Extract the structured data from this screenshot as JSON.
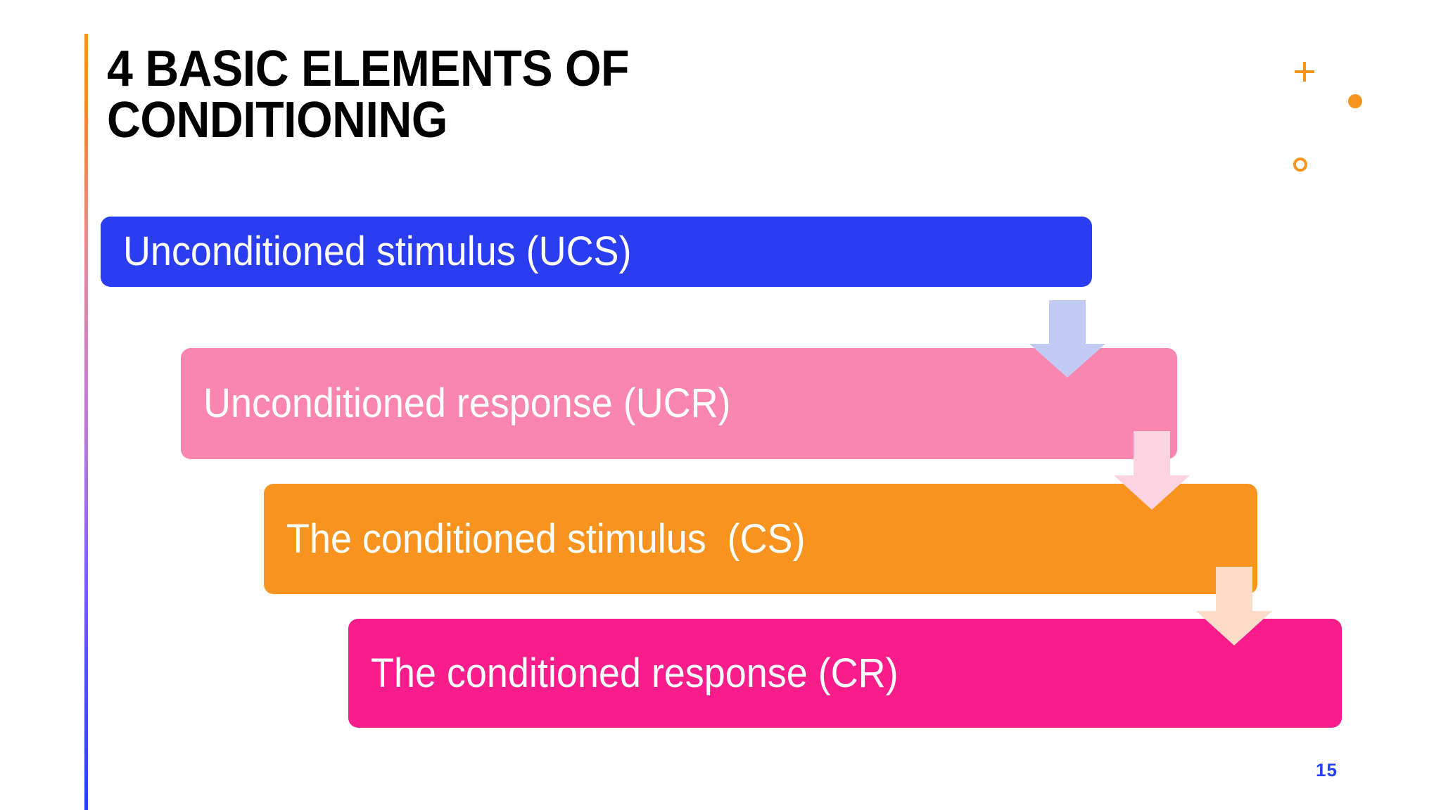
{
  "slide": {
    "title": "4 BASIC ELEMENTS OF\nCONDITIONING",
    "page_number": "15",
    "background_color": "#FFFFFF",
    "title_color": "#000000",
    "page_number_color": "#2440F5"
  },
  "accent_line": {
    "name": "left-gradient-rule",
    "gradient_from": "#F7941E",
    "gradient_mid": "#9B6BE8",
    "gradient_to": "#2440F5"
  },
  "decorations": [
    {
      "shape": "plus",
      "color": "#F7941E"
    },
    {
      "shape": "dot",
      "color": "#F7941E"
    },
    {
      "shape": "ring",
      "color": "#F7941E"
    }
  ],
  "bars": [
    {
      "id": "ucs",
      "label": "Unconditioned stimulus (UCS)",
      "fill": "#2A3DF0",
      "text_color": "#FFFFFF"
    },
    {
      "id": "ucr",
      "label": "Unconditioned response (UCR)",
      "fill": "#FA86AF",
      "text_color": "#FFFFFF"
    },
    {
      "id": "cs",
      "label": "The conditioned stimulus  (CS)",
      "fill": "#F7931E",
      "text_color": "#FFFFFF"
    },
    {
      "id": "cr",
      "label": "The conditioned response (CR)",
      "fill": "#F91C8B",
      "text_color": "#FFFFFF"
    }
  ],
  "arrows": [
    {
      "from": "ucs",
      "to": "ucr",
      "direction": "down",
      "color": "#C3CBF5"
    },
    {
      "from": "ucr",
      "to": "cs",
      "direction": "down",
      "color": "#FCD3E0"
    },
    {
      "from": "cs",
      "to": "cr",
      "direction": "down",
      "color": "#FBDCC8"
    }
  ]
}
